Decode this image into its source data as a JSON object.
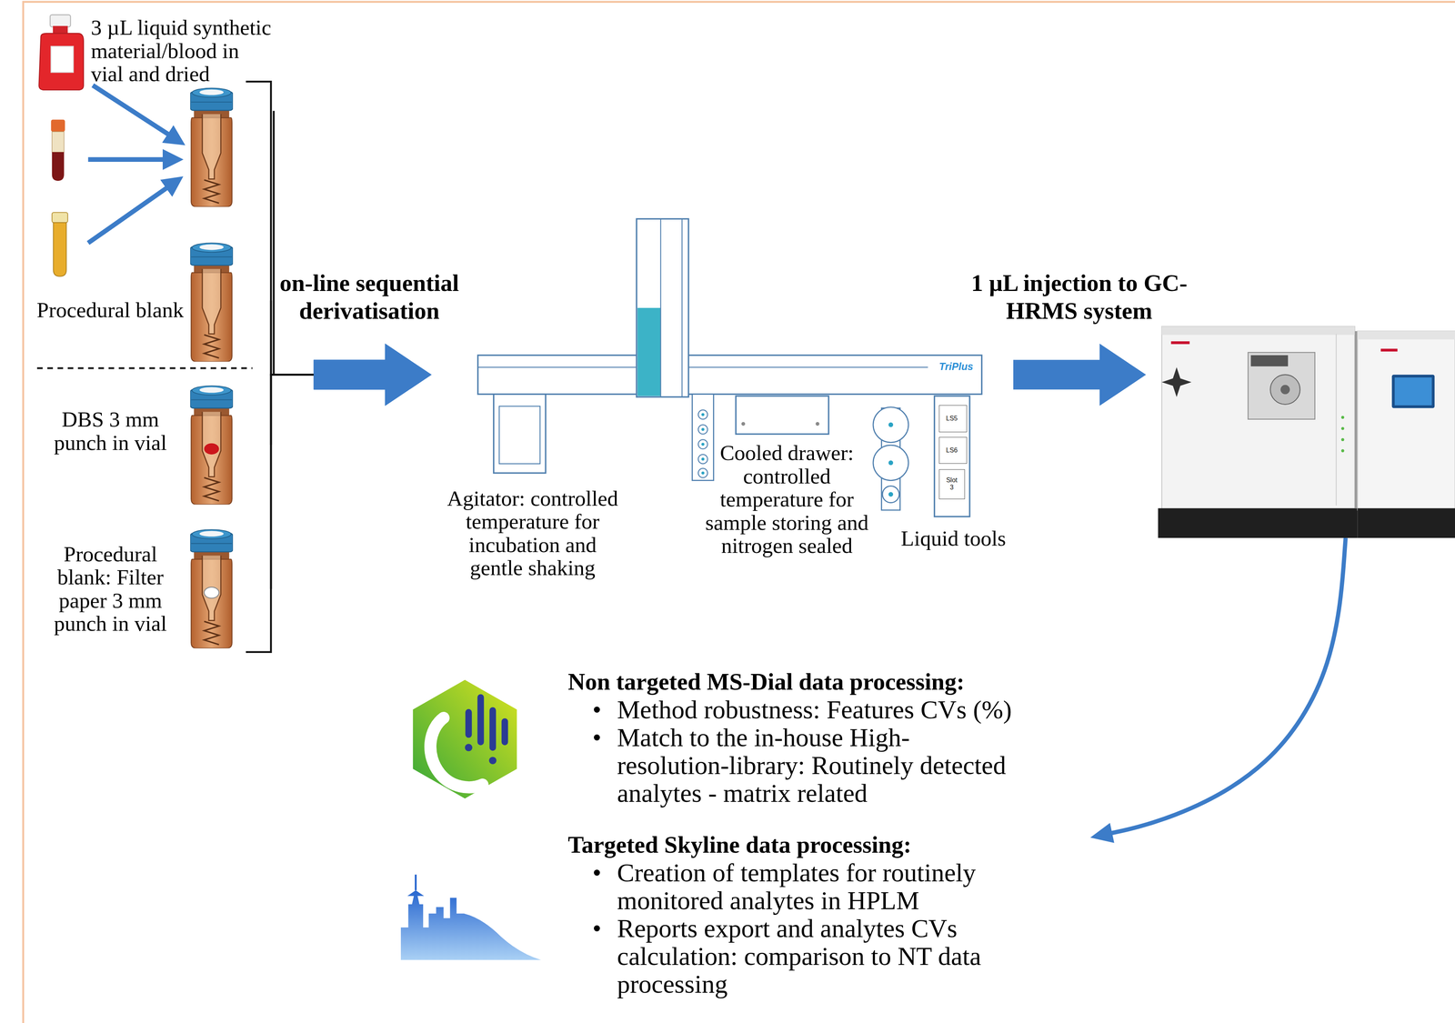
{
  "diagram": {
    "nodes": [
      {
        "text": [
          "3 µL liquid synthetic material/blood in vial and dried"
        ]
      },
      {
        "text": [
          "Procedural blank"
        ]
      },
      {
        "text": [
          "DBS 3 mm punch in vial"
        ]
      },
      {
        "text": [
          "Procedural blank: Filter paper 3 mm punch in vial"
        ]
      },
      {
        "text": [
          "TriPlus"
        ]
      },
      {
        "text": [
          "Agitator: controlled temperature for incubation and gentle shaking"
        ],
        "in": 4
      },
      {
        "text": [
          "Cooled drawer: controlled temperature for sample storing and nitrogen sealed"
        ],
        "in": 4
      },
      {
        "text": [
          "Liquid tools"
        ],
        "in": 4
      },
      {
        "text": [
          "LS5"
        ],
        "in": 7
      },
      {
        "text": [
          "LS6"
        ],
        "in": 7
      },
      {
        "text": [
          "Slot 3"
        ],
        "in": 7
      },
      {
        "text": [
          "1 µL injection to GC-HRMS system"
        ]
      },
      {
        "text": [
          "Non targeted MS-Dial data processing:",
          "Method robustness: Features CVs (%)",
          "Match to the in-house High-resolution-library: Routinely detected analytes - matrix related"
        ]
      },
      {
        "text": [
          "Targeted Skyline data processing:",
          "Creation of templates for routinely monitored analytes in HPLM",
          "Reports export and analytes CVs calculation: comparison to NT data processing"
        ]
      }
    ],
    "edges": [
      {
        "from": 0,
        "to": 4,
        "arrow": "to"
      },
      {
        "from": 1,
        "to": 4,
        "arrow": "to"
      },
      {
        "from": 2,
        "to": 4,
        "arrow": "to"
      },
      {
        "from": 3,
        "to": 4,
        "arrow": "to"
      },
      {
        "from": 4,
        "to": 11,
        "arrow": "to"
      },
      {
        "from": 11,
        "to": 13,
        "arrow": "to"
      }
    ],
    "labels": [
      "on-line sequential derivatisation"
    ]
  }
}
